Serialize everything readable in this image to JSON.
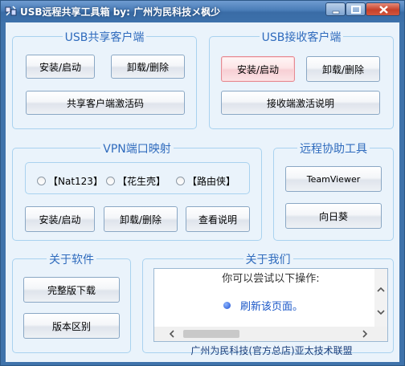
{
  "window": {
    "title": "USB远程共享工具箱 by: 广州为民科技メ枫少",
    "controls": [
      "minimize-icon",
      "maximize-icon",
      "close-icon"
    ]
  },
  "usb_share": {
    "title": "USB共享客户端",
    "install_label": "安装/启动",
    "uninstall_label": "卸载/删除",
    "activation_label": "共享客户端激活码"
  },
  "usb_receive": {
    "title": "USB接收客户端",
    "install_label": "安装/启动",
    "uninstall_label": "卸载/删除",
    "activation_help_label": "接收端激活说明"
  },
  "vpn": {
    "title": "VPN端口映射",
    "options": [
      {
        "label": "【Nat123】"
      },
      {
        "label": "【花生壳】"
      },
      {
        "label": "【路由侠】"
      }
    ],
    "install_label": "安装/启动",
    "uninstall_label": "卸载/删除",
    "help_label": "查看说明"
  },
  "remote": {
    "title": "远程协助工具",
    "teamviewer_label": "TeamViewer",
    "sunflower_label": "向日葵"
  },
  "software": {
    "title": "关于软件",
    "download_label": "完整版下载",
    "diff_label": "版本区别"
  },
  "about": {
    "title": "关于我们",
    "browser_line1": "你可以尝试以下操作:",
    "browser_link": "刷新该页面。",
    "footer": "广州为民科技(官方总店)亚太技术联盟"
  },
  "colors": {
    "legend": "#2f6bbd",
    "client_bg": "#eaf3fb",
    "group_border": "#a9d2ef",
    "hot_button": "#fde5e7"
  }
}
